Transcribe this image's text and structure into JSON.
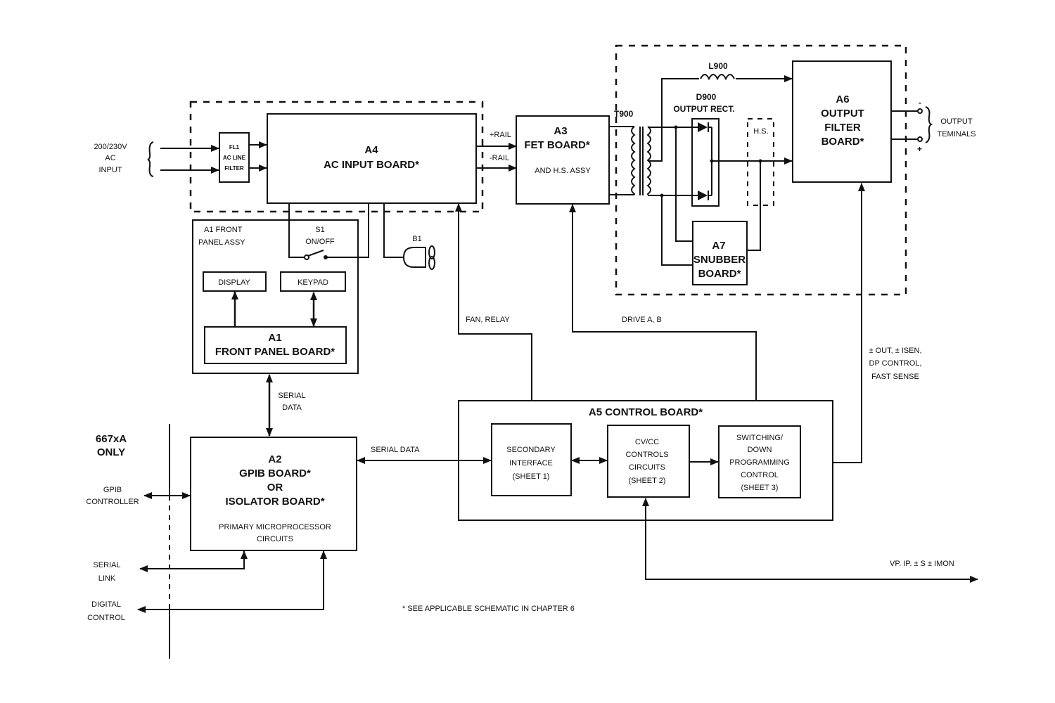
{
  "diagram": {
    "type": "block-diagram",
    "title_note": "* SEE APPLICABLE SCHEMATIC IN CHAPTER 6",
    "ac_input": {
      "lines": [
        "200/230V",
        "AC",
        "INPUT"
      ]
    },
    "fl1": {
      "lines": [
        "FL1",
        "AC LINE",
        "FILTER"
      ]
    },
    "a4": {
      "lines": [
        "A4",
        "AC INPUT BOARD*"
      ]
    },
    "rails": {
      "plus": "+RAIL",
      "minus": "-RAIL"
    },
    "a3": {
      "lines": [
        "A3",
        "FET BOARD*",
        "AND H.S. ASSY"
      ]
    },
    "t900": "T900",
    "l900": "L900",
    "d900": {
      "lines": [
        "D900",
        "OUTPUT RECT."
      ]
    },
    "hs": "H.S.",
    "a6": {
      "lines": [
        "A6",
        "OUTPUT",
        "FILTER",
        "BOARD*"
      ]
    },
    "output_terminals": {
      "lines": [
        "OUTPUT",
        "TEMINALS"
      ],
      "minus": "-",
      "plus": "+"
    },
    "a7": {
      "lines": [
        "A7",
        "SNUBBER",
        "BOARD*"
      ]
    },
    "a1_assy": {
      "lines": [
        "A1 FRONT",
        "PANEL ASSY"
      ]
    },
    "s1": {
      "lines": [
        "S1",
        "ON/OFF"
      ]
    },
    "b1": "B1",
    "display": "DISPLAY",
    "keypad": "KEYPAD",
    "a1_board": {
      "lines": [
        "A1",
        "FRONT PANEL BOARD*"
      ]
    },
    "fan_relay": "FAN, RELAY",
    "drive_ab": "DRIVE A, B",
    "out_signals": {
      "lines": [
        "± OUT, ± ISEN,",
        "DP CONTROL,",
        "FAST SENSE"
      ]
    },
    "serial_data_vert": {
      "lines": [
        "SERIAL",
        "DATA"
      ]
    },
    "only_note": {
      "lines": [
        "667xA",
        "ONLY"
      ]
    },
    "a2": {
      "lines": [
        "A2",
        "GPIB  BOARD*",
        "OR",
        "ISOLATOR BOARD*",
        "PRIMARY MICROPROCESSOR",
        "CIRCUITS"
      ]
    },
    "gpib_controller": {
      "lines": [
        "GPIB",
        "CONTROLLER"
      ]
    },
    "serial_link": {
      "lines": [
        "SERIAL",
        "LINK"
      ]
    },
    "digital_control": {
      "lines": [
        "DIGITAL",
        "CONTROL"
      ]
    },
    "serial_data_horiz": "SERIAL DATA",
    "a5": {
      "title": "A5 CONTROL BOARD*"
    },
    "secondary_interface": {
      "lines": [
        "SECONDARY",
        "INTERFACE",
        "(SHEET 1)"
      ]
    },
    "cvcc": {
      "lines": [
        "CV/CC",
        "CONTROLS",
        "CIRCUITS",
        "(SHEET 2)"
      ]
    },
    "switching": {
      "lines": [
        "SWITCHING/",
        "DOWN",
        "PROGRAMMING",
        "CONTROL",
        "(SHEET 3)"
      ]
    },
    "monitor_signals": "VP. IP. ± S  ± IMON"
  }
}
